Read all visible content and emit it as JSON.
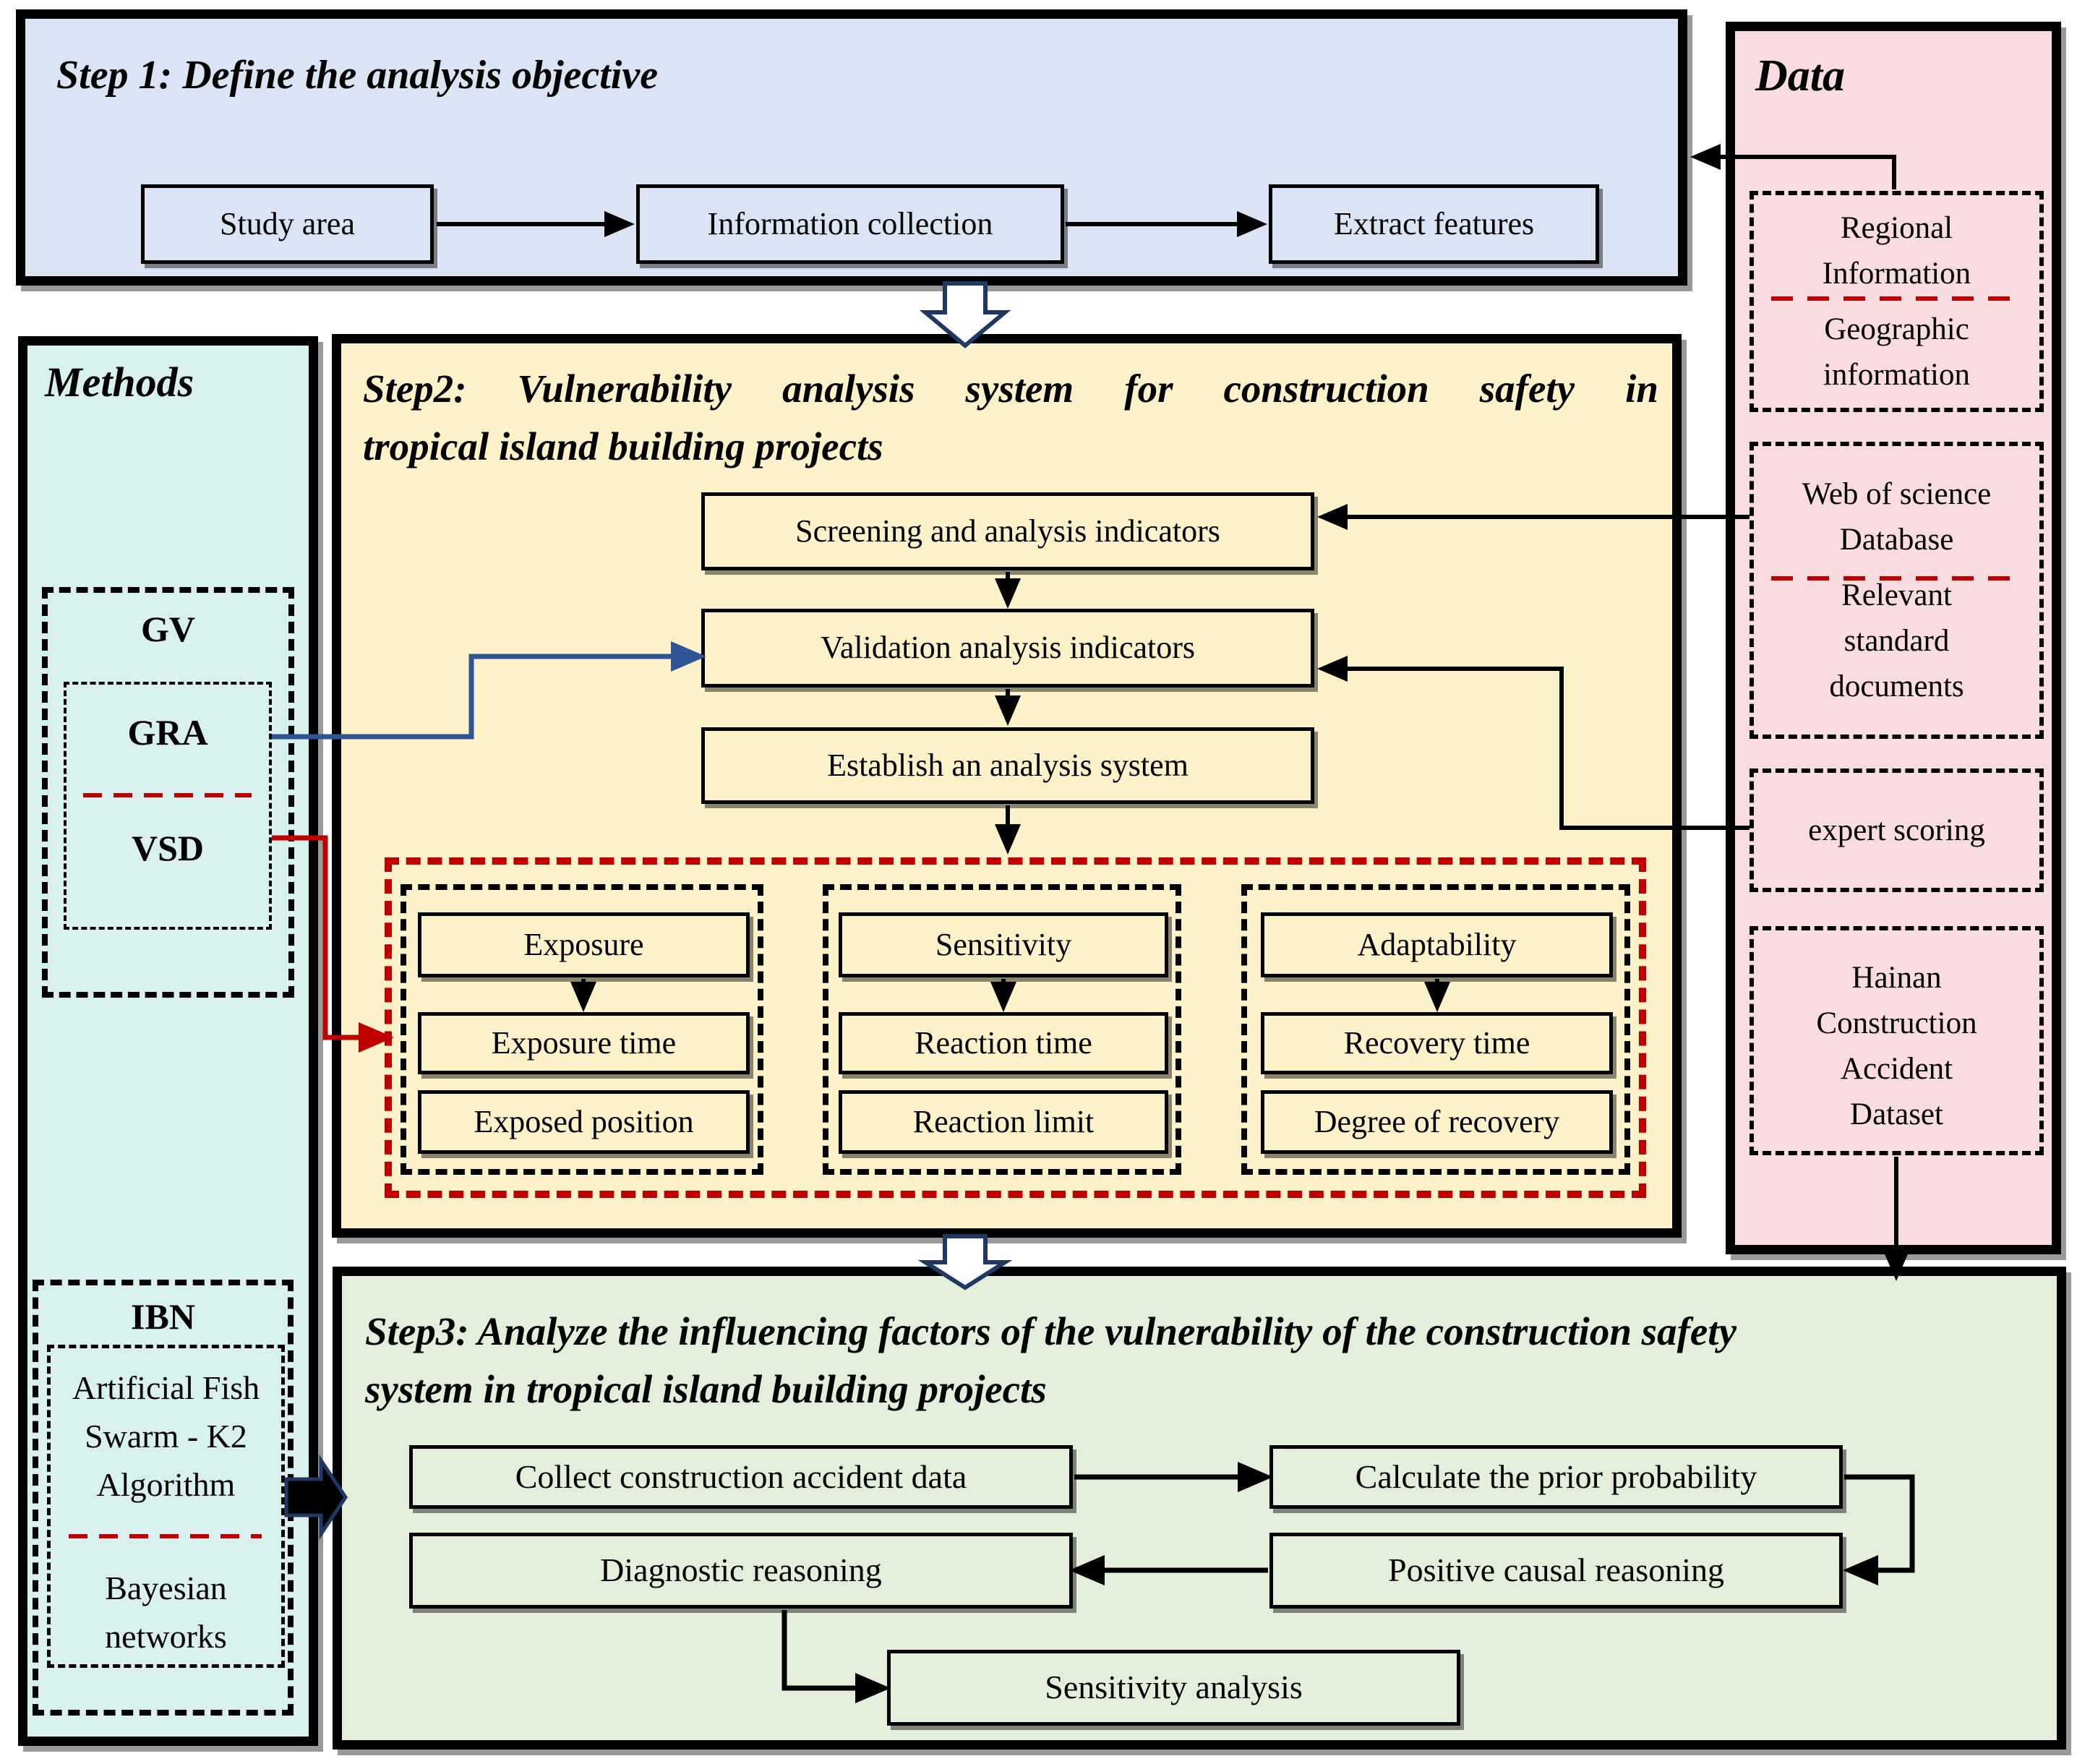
{
  "step1": {
    "title": "Step 1: Define the analysis objective",
    "boxes": [
      "Study area",
      "Information collection",
      "Extract features"
    ]
  },
  "step2": {
    "title_l1": "Step2: Vulnerability analysis system for construction safety in",
    "title_l2": "tropical island building projects",
    "flow": [
      "Screening and analysis indicators",
      "Validation analysis indicators",
      "Establish an analysis system"
    ],
    "columns": [
      {
        "header": "Exposure",
        "items": [
          "Exposure time",
          "Exposed position"
        ]
      },
      {
        "header": "Sensitivity",
        "items": [
          "Reaction time",
          "Reaction limit"
        ]
      },
      {
        "header": "Adaptability",
        "items": [
          "Recovery time",
          "Degree of recovery"
        ]
      }
    ]
  },
  "step3": {
    "title_l1": "Step3: Analyze the influencing factors of the vulnerability of the construction safety",
    "title_l2": "system in tropical island building projects",
    "boxes": {
      "collect": "Collect construction accident data",
      "prior": "Calculate the prior probability",
      "diagnostic": "Diagnostic reasoning",
      "positive": "Positive causal reasoning",
      "sensitivity": "Sensitivity analysis"
    }
  },
  "methods": {
    "title": "Methods",
    "gv": "GV",
    "gra": "GRA",
    "vsd": "VSD",
    "ibn": "IBN",
    "afs_lines": [
      "Artificial Fish",
      "Swarm - K2",
      "Algorithm"
    ],
    "bn_lines": [
      "Bayesian",
      "networks"
    ]
  },
  "data_panel": {
    "title": "Data",
    "box1_lines": [
      "Regional",
      "Information",
      "Geographic",
      "information"
    ],
    "box2_lines": [
      "Web of science",
      "Database",
      "Relevant",
      "standard",
      "documents"
    ],
    "box3": "expert scoring",
    "box4_lines": [
      "Hainan",
      "Construction",
      "Accident",
      "Dataset"
    ]
  },
  "colors": {
    "step1_fill": "#dbe4f4",
    "step2_fill": "#fcf1c9",
    "step3_fill": "#e3efda",
    "methods_fill": "#d8f0ee",
    "data_fill": "#f9dce0",
    "red_accent": "#c00000",
    "blue_accent": "#2f5496",
    "navy_outline": "#1f3864"
  }
}
